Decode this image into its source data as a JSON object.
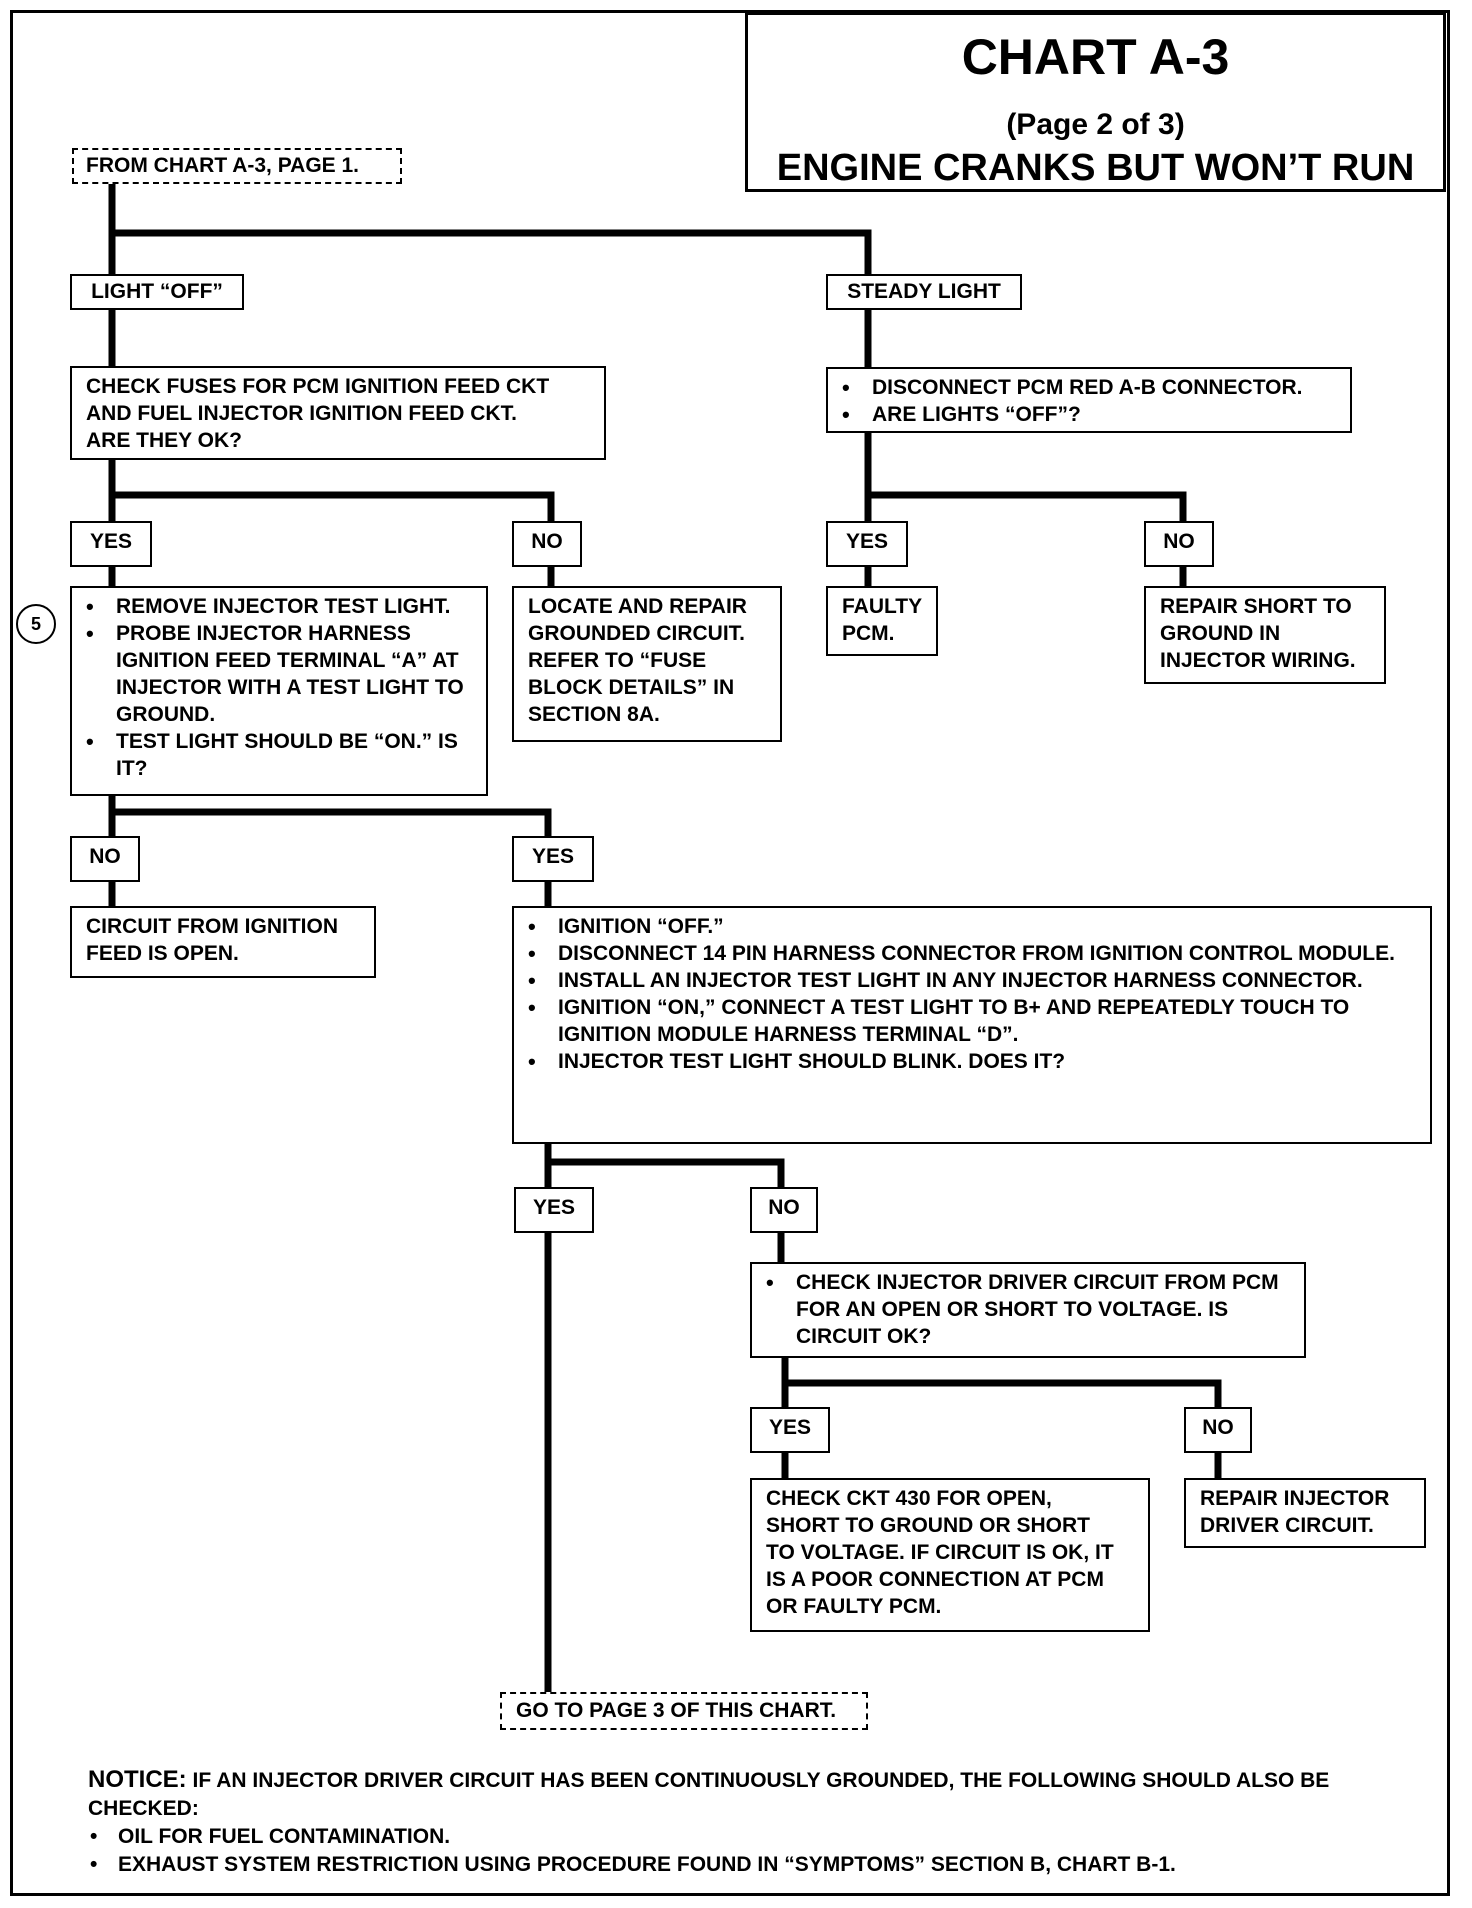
{
  "title": {
    "main": "CHART A-3",
    "page": "(Page 2 of 3)",
    "subtitle": "ENGINE CRANKS BUT WON’T RUN"
  },
  "start_ref": "FROM CHART A-3, PAGE 1.",
  "end_ref": "GO TO PAGE 3 OF THIS CHART.",
  "step_marker": "5",
  "branches": {
    "light_off": "LIGHT “OFF”",
    "steady_light": "STEADY LIGHT",
    "yes": "YES",
    "no": "NO"
  },
  "steps": {
    "check_fuses": [
      "CHECK FUSES FOR PCM IGNITION FEED CKT",
      "AND FUEL INJECTOR IGNITION FEED CKT.",
      "ARE THEY OK?"
    ],
    "disconnect_pcm": [
      "DISCONNECT PCM RED A-B CONNECTOR.",
      "ARE LIGHTS “OFF”?"
    ],
    "remove_test_light": [
      "REMOVE INJECTOR TEST LIGHT.",
      "PROBE INJECTOR HARNESS IGNITION FEED TERMINAL “A” AT INJECTOR WITH A TEST LIGHT TO GROUND.",
      "TEST LIGHT SHOULD BE “ON.” IS IT?"
    ],
    "locate_repair": [
      "LOCATE AND REPAIR",
      "GROUNDED CIRCUIT.",
      "REFER TO “FUSE",
      "BLOCK DETAILS” IN",
      "SECTION 8A."
    ],
    "faulty_pcm": [
      "FAULTY",
      "PCM."
    ],
    "repair_short": [
      "REPAIR SHORT TO",
      "GROUND IN",
      "INJECTOR WIRING."
    ],
    "circuit_open": [
      "CIRCUIT FROM IGNITION",
      "FEED IS OPEN."
    ],
    "ignition_off": [
      "IGNITION “OFF.”",
      "DISCONNECT 14 PIN HARNESS CONNECTOR FROM IGNITION CONTROL MODULE.",
      "INSTALL AN INJECTOR TEST LIGHT IN ANY INJECTOR HARNESS CONNECTOR.",
      "IGNITION “ON,” CONNECT A TEST LIGHT TO B+ AND REPEATEDLY TOUCH TO IGNITION MODULE HARNESS TERMINAL “D”.",
      "INJECTOR TEST LIGHT SHOULD BLINK. DOES IT?"
    ],
    "check_driver": [
      "CHECK INJECTOR DRIVER CIRCUIT FROM PCM FOR AN OPEN OR SHORT TO VOLTAGE. IS CIRCUIT OK?"
    ],
    "check_ckt430": [
      "CHECK CKT 430 FOR OPEN,",
      "SHORT TO GROUND OR SHORT",
      "TO VOLTAGE. IF CIRCUIT IS OK, IT",
      "IS A POOR CONNECTION AT PCM",
      "OR FAULTY PCM."
    ],
    "repair_driver": [
      "REPAIR INJECTOR",
      "DRIVER CIRCUIT."
    ]
  },
  "notice": {
    "label": "NOTICE:",
    "text": "IF AN INJECTOR DRIVER CIRCUIT HAS BEEN CONTINUOUSLY GROUNDED, THE FOLLOWING SHOULD ALSO BE CHECKED:",
    "items": [
      "OIL FOR FUEL CONTAMINATION.",
      "EXHAUST SYSTEM RESTRICTION USING PROCEDURE FOUND IN “SYMPTOMS” SECTION B, CHART B-1."
    ]
  }
}
